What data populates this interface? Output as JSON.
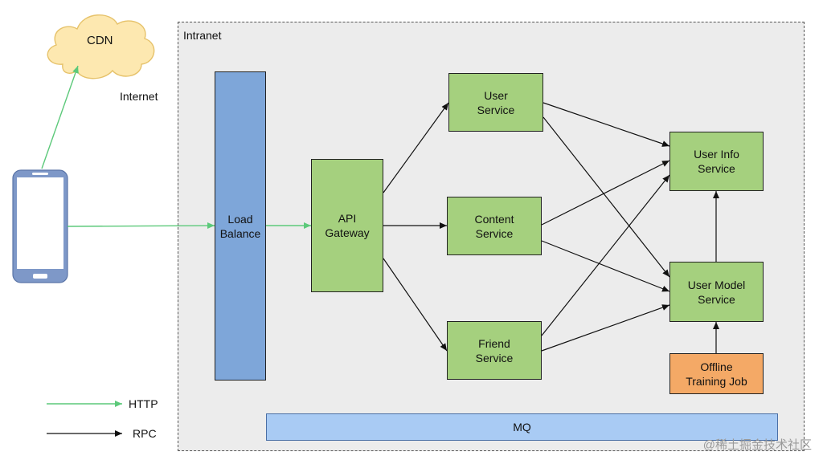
{
  "cdn": "CDN",
  "internet": "Internet",
  "intranet": "Intranet",
  "nodes": {
    "load_balance": "Load\nBalance",
    "api_gateway": "API\nGateway",
    "user_service": "User\nService",
    "content_service": "Content\nService",
    "friend_service": "Friend\nService",
    "user_info_service": "User Info\nService",
    "user_model_service": "User Model\nService",
    "offline_training_job": "Offline\nTraining Job",
    "mq": "MQ"
  },
  "legend": {
    "http": "HTTP",
    "rpc": "RPC"
  },
  "colors": {
    "http_edge": "#5cc97a",
    "rpc_edge": "#111111",
    "service_fill": "#a5d07e",
    "load_balance_fill": "#7ea6d9",
    "offline_fill": "#f4a966",
    "mq_fill": "#a9cbf4"
  },
  "watermark": "@稀土掘金技术社区"
}
